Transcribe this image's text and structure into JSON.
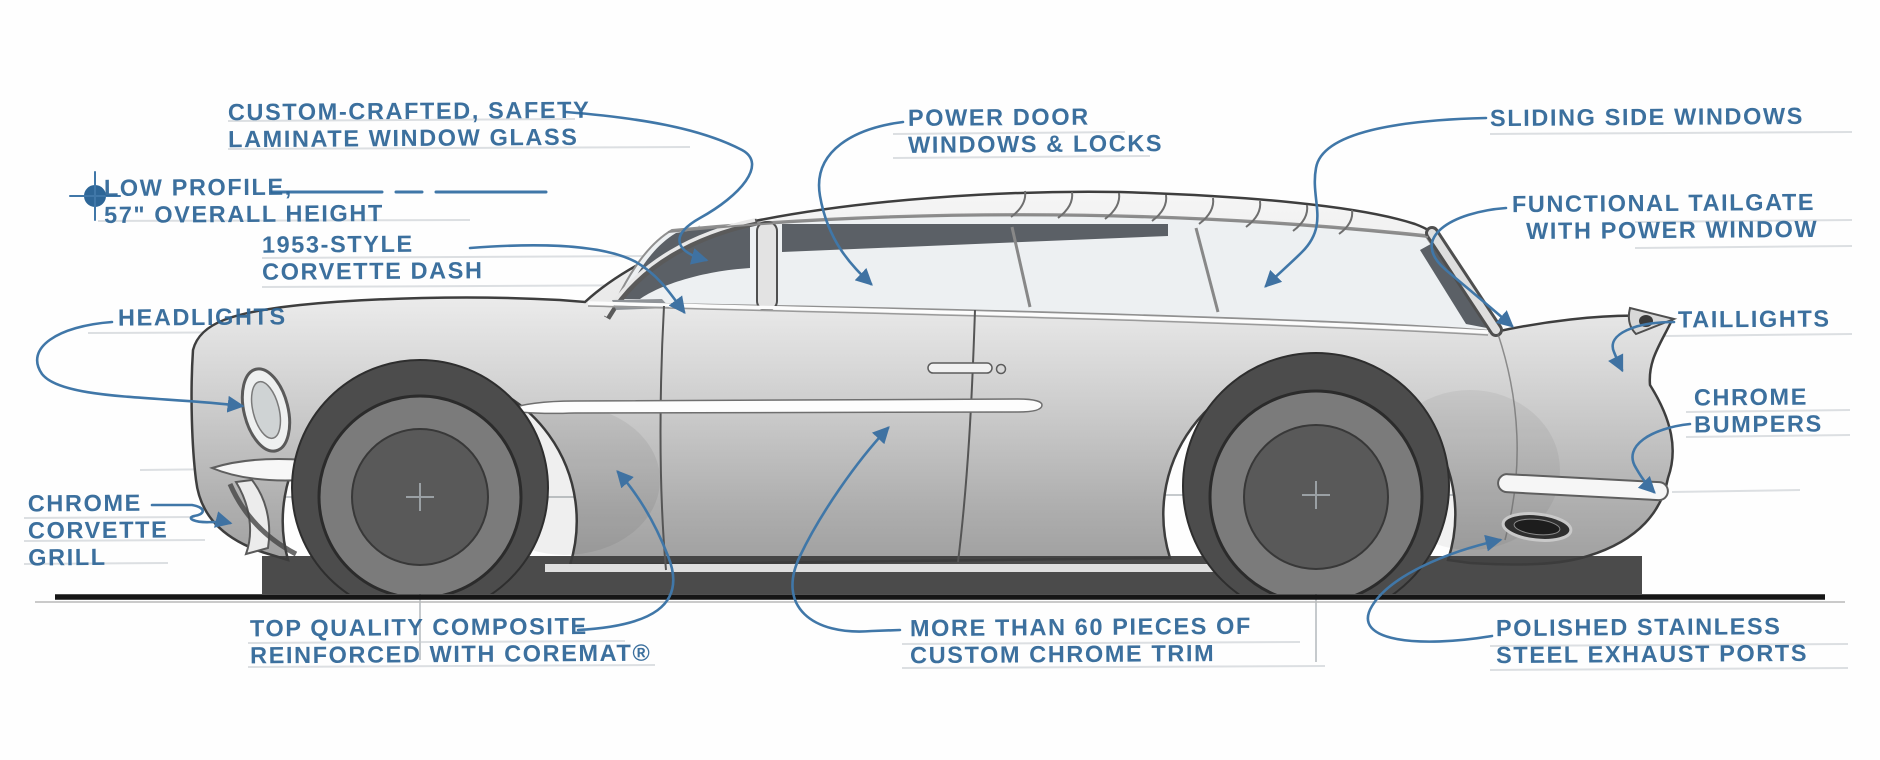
{
  "figure": {
    "kind": "annotated-concept-sketch",
    "subject": "1950s-style Corvette Nomad station wagon, side view pencil sketch",
    "facing": "left",
    "icons": [
      "datum-target-icon",
      "leader-arrow-icon"
    ]
  },
  "colors": {
    "accent": "#2e6697",
    "leader": "#4077a8",
    "pencil": "#d9dde2",
    "ink": "#3a3a3a"
  },
  "callouts": [
    {
      "id": "custom-glass",
      "lines": [
        "CUSTOM-CRAFTED, SAFETY",
        "LAMINATE WINDOW GLASS"
      ]
    },
    {
      "id": "low-profile",
      "lines": [
        "LOW PROFILE,",
        "57\" OVERALL HEIGHT"
      ]
    },
    {
      "id": "corvette-dash",
      "lines": [
        "1953-STYLE",
        "CORVETTE DASH"
      ]
    },
    {
      "id": "headlights",
      "lines": [
        "HEADLIGHTS"
      ]
    },
    {
      "id": "chrome-grill",
      "lines": [
        "CHROME",
        "CORVETTE",
        "GRILL"
      ]
    },
    {
      "id": "composite",
      "lines": [
        "TOP QUALITY COMPOSITE",
        "REINFORCED WITH COREMAT®"
      ]
    },
    {
      "id": "chrome-trim",
      "lines": [
        "MORE THAN 60 PIECES OF",
        "CUSTOM CHROME TRIM"
      ]
    },
    {
      "id": "power-door",
      "lines": [
        "POWER DOOR",
        "WINDOWS & LOCKS"
      ]
    },
    {
      "id": "sliding-windows",
      "lines": [
        "SLIDING SIDE WINDOWS"
      ]
    },
    {
      "id": "tailgate",
      "lines": [
        "FUNCTIONAL TAILGATE",
        "WITH POWER WINDOW"
      ]
    },
    {
      "id": "taillights",
      "lines": [
        "TAILLIGHTS"
      ]
    },
    {
      "id": "chrome-bumpers",
      "lines": [
        "CHROME",
        "BUMPERS"
      ]
    },
    {
      "id": "exhaust",
      "lines": [
        "POLISHED STAINLESS",
        "STEEL EXHAUST PORTS"
      ]
    }
  ]
}
